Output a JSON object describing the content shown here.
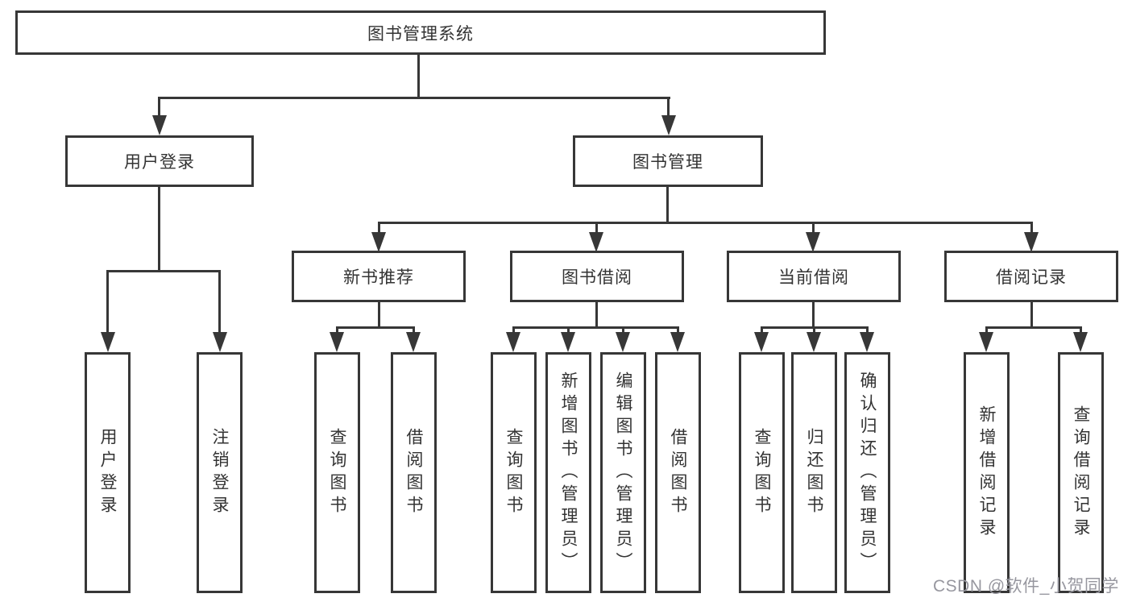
{
  "tree": {
    "root": "图书管理系统",
    "branches": [
      {
        "label": "用户登录",
        "children": [
          "用户登录",
          "注销登录"
        ]
      },
      {
        "label": "图书管理",
        "sections": [
          {
            "label": "新书推荐",
            "children": [
              "查询图书",
              "借阅图书"
            ]
          },
          {
            "label": "图书借阅",
            "children": [
              "查询图书",
              "新增图书（管理员）",
              "编辑图书（管理员）",
              "借阅图书"
            ]
          },
          {
            "label": "当前借阅",
            "children": [
              "查询图书",
              "归还图书",
              "确认归还（管理员）"
            ]
          },
          {
            "label": "借阅记录",
            "children": [
              "新增借阅记录",
              "查询借阅记录"
            ]
          }
        ]
      }
    ]
  },
  "watermark": "CSDN @软件_小贺同学",
  "colors": {
    "line": "#373737",
    "text": "#333333",
    "background": "#ffffff",
    "watermark": "#97979f"
  }
}
